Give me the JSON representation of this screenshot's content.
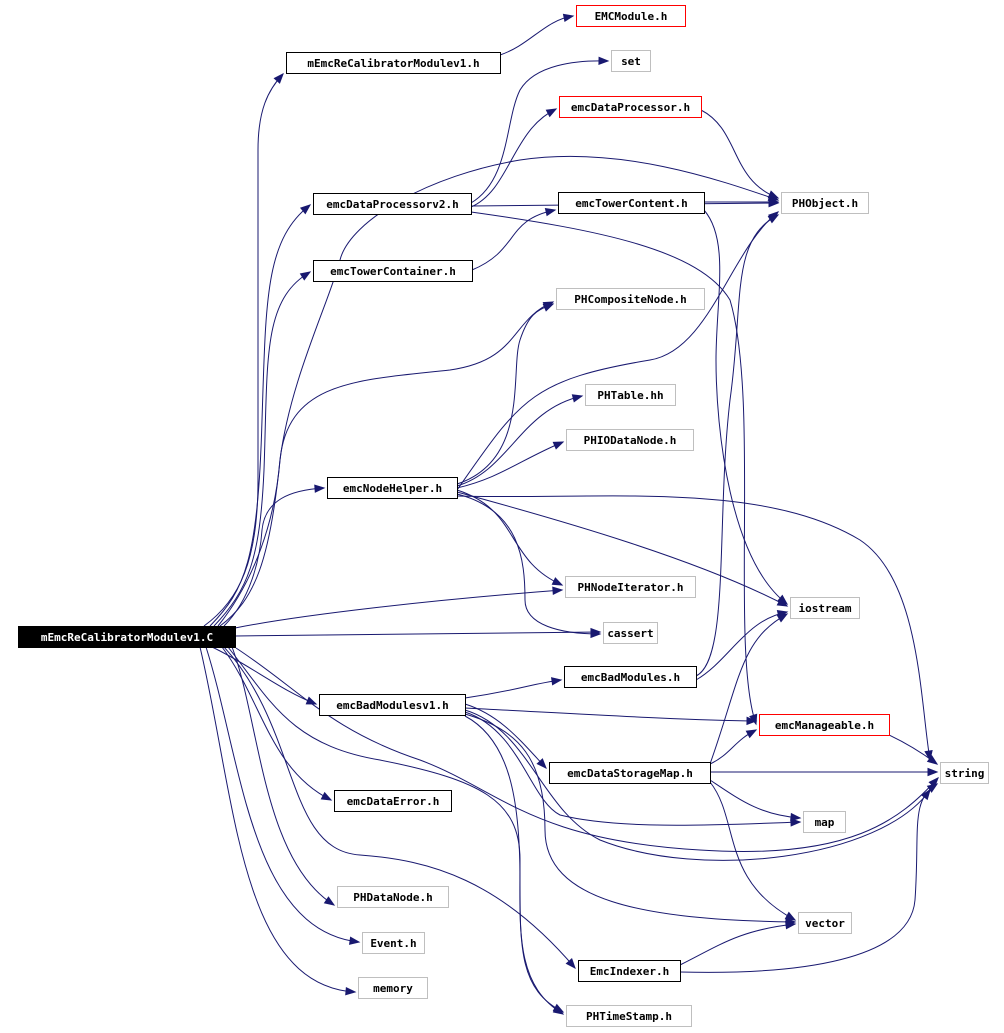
{
  "graph": {
    "colors": {
      "edge": "#191970",
      "root_fill": "#000000",
      "root_text": "#ffffff",
      "node_border_normal": "#000000",
      "node_border_external": "#bfbfbf",
      "node_border_truncated": "#ff0000",
      "node_fill": "#ffffff",
      "node_text": "#000000"
    },
    "nodes": [
      {
        "id": "root",
        "label": "mEmcReCalibratorModulev1.C",
        "kind": "root"
      },
      {
        "id": "mEmcReCalibratorModulev1_h",
        "label": "mEmcReCalibratorModulev1.h",
        "kind": "normal"
      },
      {
        "id": "EMCModule_h",
        "label": "EMCModule.h",
        "kind": "truncated"
      },
      {
        "id": "set",
        "label": "set",
        "kind": "external"
      },
      {
        "id": "emcDataProcessor_h",
        "label": "emcDataProcessor.h",
        "kind": "truncated"
      },
      {
        "id": "emcDataProcessorv2_h",
        "label": "emcDataProcessorv2.h",
        "kind": "normal"
      },
      {
        "id": "emcTowerContent_h",
        "label": "emcTowerContent.h",
        "kind": "normal"
      },
      {
        "id": "PHObject_h",
        "label": "PHObject.h",
        "kind": "external"
      },
      {
        "id": "emcTowerContainer_h",
        "label": "emcTowerContainer.h",
        "kind": "normal"
      },
      {
        "id": "PHCompositeNode_h",
        "label": "PHCompositeNode.h",
        "kind": "external"
      },
      {
        "id": "PHTable_hh",
        "label": "PHTable.hh",
        "kind": "external"
      },
      {
        "id": "PHIODataNode_h",
        "label": "PHIODataNode.h",
        "kind": "external"
      },
      {
        "id": "emcNodeHelper_h",
        "label": "emcNodeHelper.h",
        "kind": "normal"
      },
      {
        "id": "PHNodeIterator_h",
        "label": "PHNodeIterator.h",
        "kind": "external"
      },
      {
        "id": "iostream",
        "label": "iostream",
        "kind": "external"
      },
      {
        "id": "cassert",
        "label": "cassert",
        "kind": "external"
      },
      {
        "id": "emcBadModules_h",
        "label": "emcBadModules.h",
        "kind": "normal"
      },
      {
        "id": "emcBadModulesv1_h",
        "label": "emcBadModulesv1.h",
        "kind": "normal"
      },
      {
        "id": "emcManageable_h",
        "label": "emcManageable.h",
        "kind": "truncated"
      },
      {
        "id": "emcDataStorageMap_h",
        "label": "emcDataStorageMap.h",
        "kind": "normal"
      },
      {
        "id": "string",
        "label": "string",
        "kind": "external"
      },
      {
        "id": "emcDataError_h",
        "label": "emcDataError.h",
        "kind": "normal"
      },
      {
        "id": "map",
        "label": "map",
        "kind": "external"
      },
      {
        "id": "PHDataNode_h",
        "label": "PHDataNode.h",
        "kind": "external"
      },
      {
        "id": "vector",
        "label": "vector",
        "kind": "external"
      },
      {
        "id": "Event_h",
        "label": "Event.h",
        "kind": "external"
      },
      {
        "id": "EmcIndexer_h",
        "label": "EmcIndexer.h",
        "kind": "normal"
      },
      {
        "id": "memory",
        "label": "memory",
        "kind": "external"
      },
      {
        "id": "PHTimeStamp_h",
        "label": "PHTimeStamp.h",
        "kind": "external"
      }
    ],
    "edges": [
      {
        "from": "root",
        "to": "mEmcReCalibratorModulev1_h"
      },
      {
        "from": "root",
        "to": "emcDataProcessorv2_h"
      },
      {
        "from": "root",
        "to": "emcTowerContainer_h"
      },
      {
        "from": "root",
        "to": "PHCompositeNode_h"
      },
      {
        "from": "root",
        "to": "emcNodeHelper_h"
      },
      {
        "from": "root",
        "to": "PHNodeIterator_h"
      },
      {
        "from": "root",
        "to": "cassert"
      },
      {
        "from": "root",
        "to": "emcBadModulesv1_h"
      },
      {
        "from": "root",
        "to": "emcDataError_h"
      },
      {
        "from": "root",
        "to": "PHDataNode_h"
      },
      {
        "from": "root",
        "to": "Event_h"
      },
      {
        "from": "root",
        "to": "memory"
      },
      {
        "from": "root",
        "to": "EmcIndexer_h"
      },
      {
        "from": "root",
        "to": "PHTimeStamp_h"
      },
      {
        "from": "root",
        "to": "PHObject_h"
      },
      {
        "from": "root",
        "to": "string"
      },
      {
        "from": "mEmcReCalibratorModulev1_h",
        "to": "EMCModule_h"
      },
      {
        "from": "emcDataProcessorv2_h",
        "to": "set"
      },
      {
        "from": "emcDataProcessorv2_h",
        "to": "emcDataProcessor_h"
      },
      {
        "from": "emcDataProcessorv2_h",
        "to": "PHObject_h"
      },
      {
        "from": "emcDataProcessorv2_h",
        "to": "emcManageable_h"
      },
      {
        "from": "emcDataProcessor_h",
        "to": "PHObject_h"
      },
      {
        "from": "emcTowerContainer_h",
        "to": "emcTowerContent_h"
      },
      {
        "from": "emcTowerContent_h",
        "to": "PHObject_h"
      },
      {
        "from": "emcTowerContent_h",
        "to": "iostream"
      },
      {
        "from": "emcNodeHelper_h",
        "to": "PHCompositeNode_h"
      },
      {
        "from": "emcNodeHelper_h",
        "to": "PHTable_hh"
      },
      {
        "from": "emcNodeHelper_h",
        "to": "PHIODataNode_h"
      },
      {
        "from": "emcNodeHelper_h",
        "to": "PHNodeIterator_h"
      },
      {
        "from": "emcNodeHelper_h",
        "to": "iostream"
      },
      {
        "from": "emcNodeHelper_h",
        "to": "cassert"
      },
      {
        "from": "emcNodeHelper_h",
        "to": "string"
      },
      {
        "from": "emcNodeHelper_h",
        "to": "PHObject_h"
      },
      {
        "from": "emcBadModulesv1_h",
        "to": "emcBadModules_h"
      },
      {
        "from": "emcBadModulesv1_h",
        "to": "emcManageable_h"
      },
      {
        "from": "emcBadModulesv1_h",
        "to": "emcDataStorageMap_h"
      },
      {
        "from": "emcBadModulesv1_h",
        "to": "string"
      },
      {
        "from": "emcBadModulesv1_h",
        "to": "map"
      },
      {
        "from": "emcBadModulesv1_h",
        "to": "vector"
      },
      {
        "from": "emcBadModulesv1_h",
        "to": "PHTimeStamp_h"
      },
      {
        "from": "emcBadModules_h",
        "to": "PHObject_h"
      },
      {
        "from": "emcBadModules_h",
        "to": "iostream"
      },
      {
        "from": "emcDataStorageMap_h",
        "to": "emcManageable_h"
      },
      {
        "from": "emcDataStorageMap_h",
        "to": "string"
      },
      {
        "from": "emcDataStorageMap_h",
        "to": "map"
      },
      {
        "from": "emcDataStorageMap_h",
        "to": "vector"
      },
      {
        "from": "emcDataStorageMap_h",
        "to": "iostream"
      },
      {
        "from": "emcManageable_h",
        "to": "string"
      },
      {
        "from": "EmcIndexer_h",
        "to": "vector"
      },
      {
        "from": "EmcIndexer_h",
        "to": "string"
      }
    ]
  }
}
